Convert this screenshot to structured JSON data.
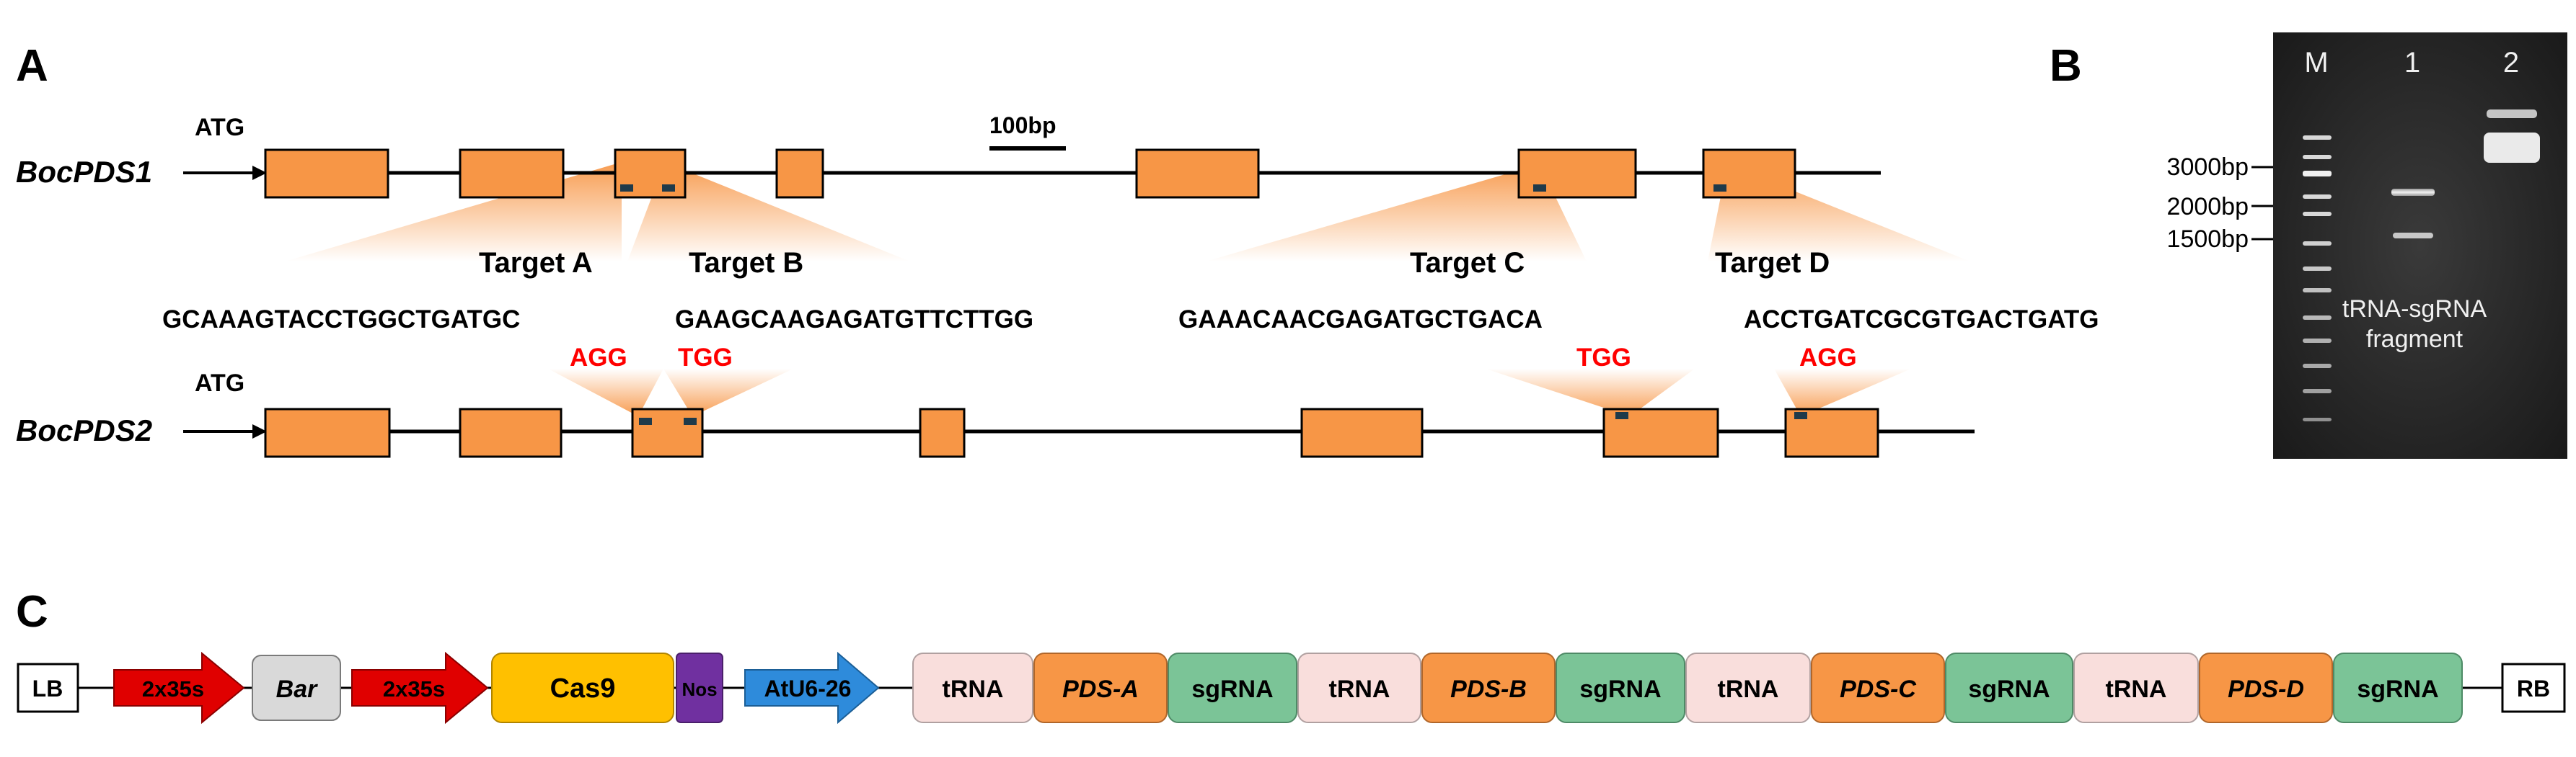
{
  "panels": {
    "A": "A",
    "B": "B",
    "C": "C"
  },
  "panel_a": {
    "scale_bar": "100bp",
    "genes": [
      {
        "name": "BocPDS1",
        "start": "ATG"
      },
      {
        "name": "BocPDS2",
        "start": "ATG"
      }
    ],
    "targets": [
      {
        "label": "Target A",
        "sequence": "GCAAAGTACCTGGCTGATGC",
        "pam": "AGG"
      },
      {
        "label": "Target B",
        "sequence": "GAAGCAAGAGATGTTCTTGG",
        "pam": "TGG"
      },
      {
        "label": "Target C",
        "sequence": "GAAACAACGAGATGCTGACA",
        "pam": "TGG"
      },
      {
        "label": "Target D",
        "sequence": "ACCTGATCGCGTGACTGATG",
        "pam": "AGG"
      }
    ]
  },
  "panel_b": {
    "lanes": [
      "M",
      "1",
      "2"
    ],
    "markers": [
      "3000bp",
      "2000bp",
      "1500bp"
    ],
    "annotation_line1": "tRNA-sgRNA",
    "annotation_line2": "fragment"
  },
  "panel_c": {
    "elements": [
      "LB",
      "2x35s",
      "Bar",
      "2x35s",
      "Cas9",
      "Nos",
      "AtU6-26",
      "tRNA",
      "PDS-A",
      "sgRNA",
      "tRNA",
      "PDS-B",
      "sgRNA",
      "tRNA",
      "PDS-C",
      "sgRNA",
      "tRNA",
      "PDS-D",
      "sgRNA",
      "RB"
    ]
  },
  "colors": {
    "exon": "#F79646",
    "target_mark": "#1F3A4A",
    "pam": "#FF0000",
    "promoter_35s": "#E00000",
    "bar": "#D9D9D9",
    "cas9": "#FFC000",
    "nos": "#7030A0",
    "atu6": "#2E8BDB",
    "trna": "#F9DEDC",
    "pds": "#F79646",
    "sgrna": "#7BC497",
    "gel": "#222222"
  }
}
